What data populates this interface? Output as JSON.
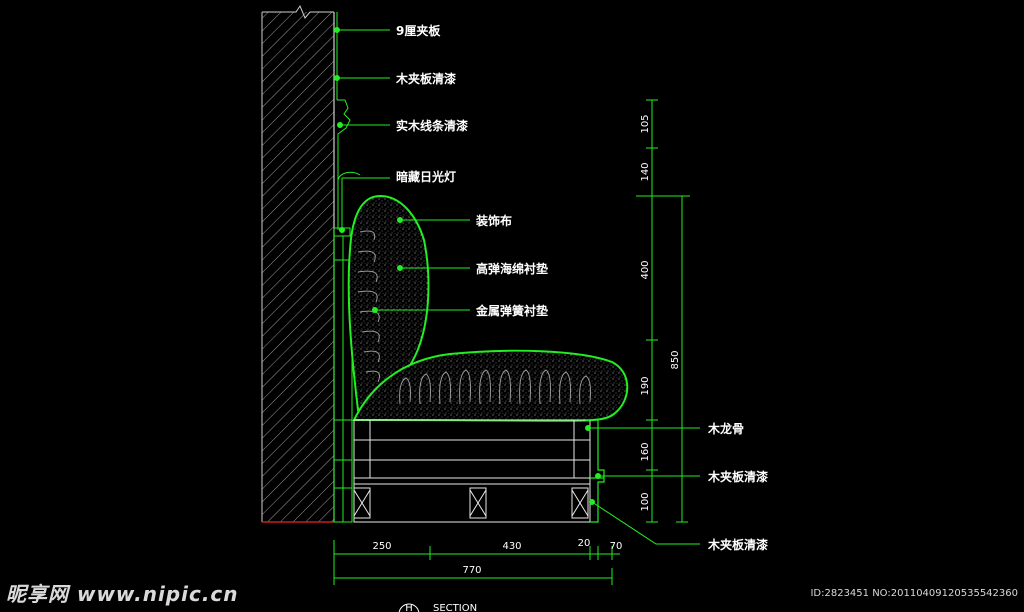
{
  "labels": {
    "plywood_9": "9厘夹板",
    "plywood_clear_top": "木夹板清漆",
    "wood_strip": "实木线条清漆",
    "hidden_light": "暗藏日光灯",
    "fabric": "装饰布",
    "foam": "高弹海绵衬垫",
    "spring": "金属弹簧衬垫",
    "keel": "木龙骨",
    "plywood_clear_mid": "木夹板清漆",
    "plywood_clear_bottom": "木夹板清漆"
  },
  "dims_vertical": [
    "105",
    "140",
    "400",
    "190",
    "160",
    "100"
  ],
  "dim_total_height": "850",
  "dims_horizontal": [
    "250",
    "430",
    "20",
    "70"
  ],
  "dim_total_width": "770",
  "section": {
    "letter": "H",
    "text": "SECTION"
  },
  "watermark": "昵享网 www.nipic.cn",
  "image_id": "ID:2823451 NO:20110409120535542360",
  "colors": {
    "line": "#22ee22",
    "wall": "#c81e1e",
    "text": "#ffffff"
  }
}
